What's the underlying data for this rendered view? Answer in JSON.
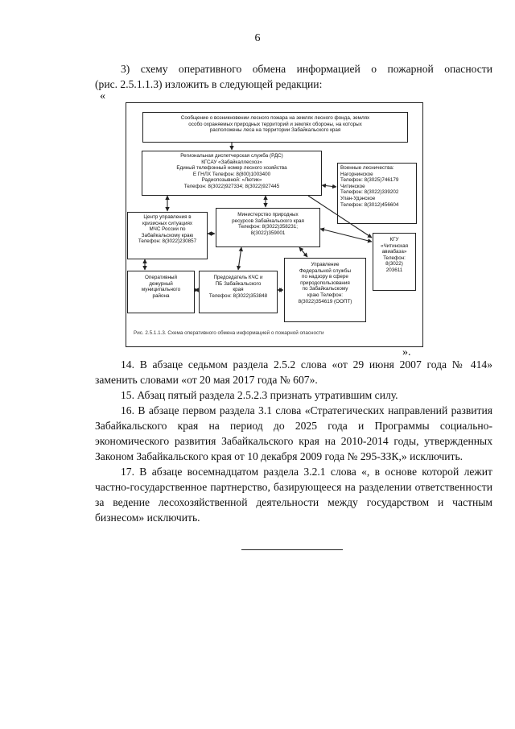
{
  "page_number": "6",
  "intro": {
    "line1": "3) схему оперативного обмена информацией о пожарной опасности",
    "line2": "(рис. 2.5.1.1.3) изложить в следующей редакции:"
  },
  "open_quote": "«",
  "close_quote": "».",
  "diagram": {
    "boxes": {
      "top": "Сообщение о возникновении лесного пожара на землях лесного фонда, землях\nособо охраняемых природных территорий и землях обороны, на которых\nрасположены леса на территории Забайкальского края",
      "rds": "Региональная диспетчерская служба (РДС)\nКГСАУ «Забайкаллесхоз»\nЕдиный телефонный номер лесного хозяйства\nЕ ГНЛХ Телефон: 8(800)1003400\nРадиопозывной: «Лютик»\nТелефон: 8(3022)927334; 8(3022)927445",
      "military": "Военные лесничества:\nНагорнинское\nТелефон: 8(3025)746179\nЧитинское\nТелефон: 8(3022)339202\nУлан-Удэнское\nТелефон: 8(3012)456604",
      "mchs": "Центр управления в\nкризисных ситуациях\nМЧС России по\nЗабайкальскому краю\nТелефон: 8(3022)230857",
      "ministry": "Министерство природных\nресурсов Забайкальского края\nТелефон: 8(3022)358231;\n8(3022)359001",
      "kgu": "КГУ\n«Читинская\nавиабаза»\nТелефон:\n8(3022)\n203611",
      "duty": "Оперативный\nдежурный\nмуниципального\nрайона",
      "kchs": "Председатель КЧС и\nПБ Забайкальского\nкрая\nТелефон: 8(3022)353848",
      "rpn": "Управление\nФедеральной службы\nпо надзору в сфере\nприродопользования\nпо Забайкальскому\nкраю Телефон:\n8(3022)354619 (ООПТ)"
    },
    "caption": "Рис. 2.5.1.1.3. Схема оперативного обмена информацией о пожарной опасности"
  },
  "paragraphs": {
    "p14_l1": "14. В абзаце седьмом раздела 2.5.2 слова «от 29 июня 2007 года № 414»",
    "p14_l2": "заменить словами «от 20 мая 2017 года № 607».",
    "p15": "15. Абзац пятый раздела 2.5.2.3 признать утратившим силу.",
    "p16": "16. В абзаце первом раздела 3.1 слова «Стратегических направлений развития Забайкальского края на период до 2025 года и Программы социально-экономического развития Забайкальского края на 2010-2014 годы, утвержденных Законом Забайкальского края от 10 декабря 2009 года № 295-ЗЗК,» исключить.",
    "p17": "17. В абзаце восемнадцатом раздела 3.2.1 слова «, в основе которой лежит частно-государственное партнерство, базирующееся на разделении ответственности за ведение лесохозяйственной деятельности между государством и частным бизнесом» исключить."
  }
}
